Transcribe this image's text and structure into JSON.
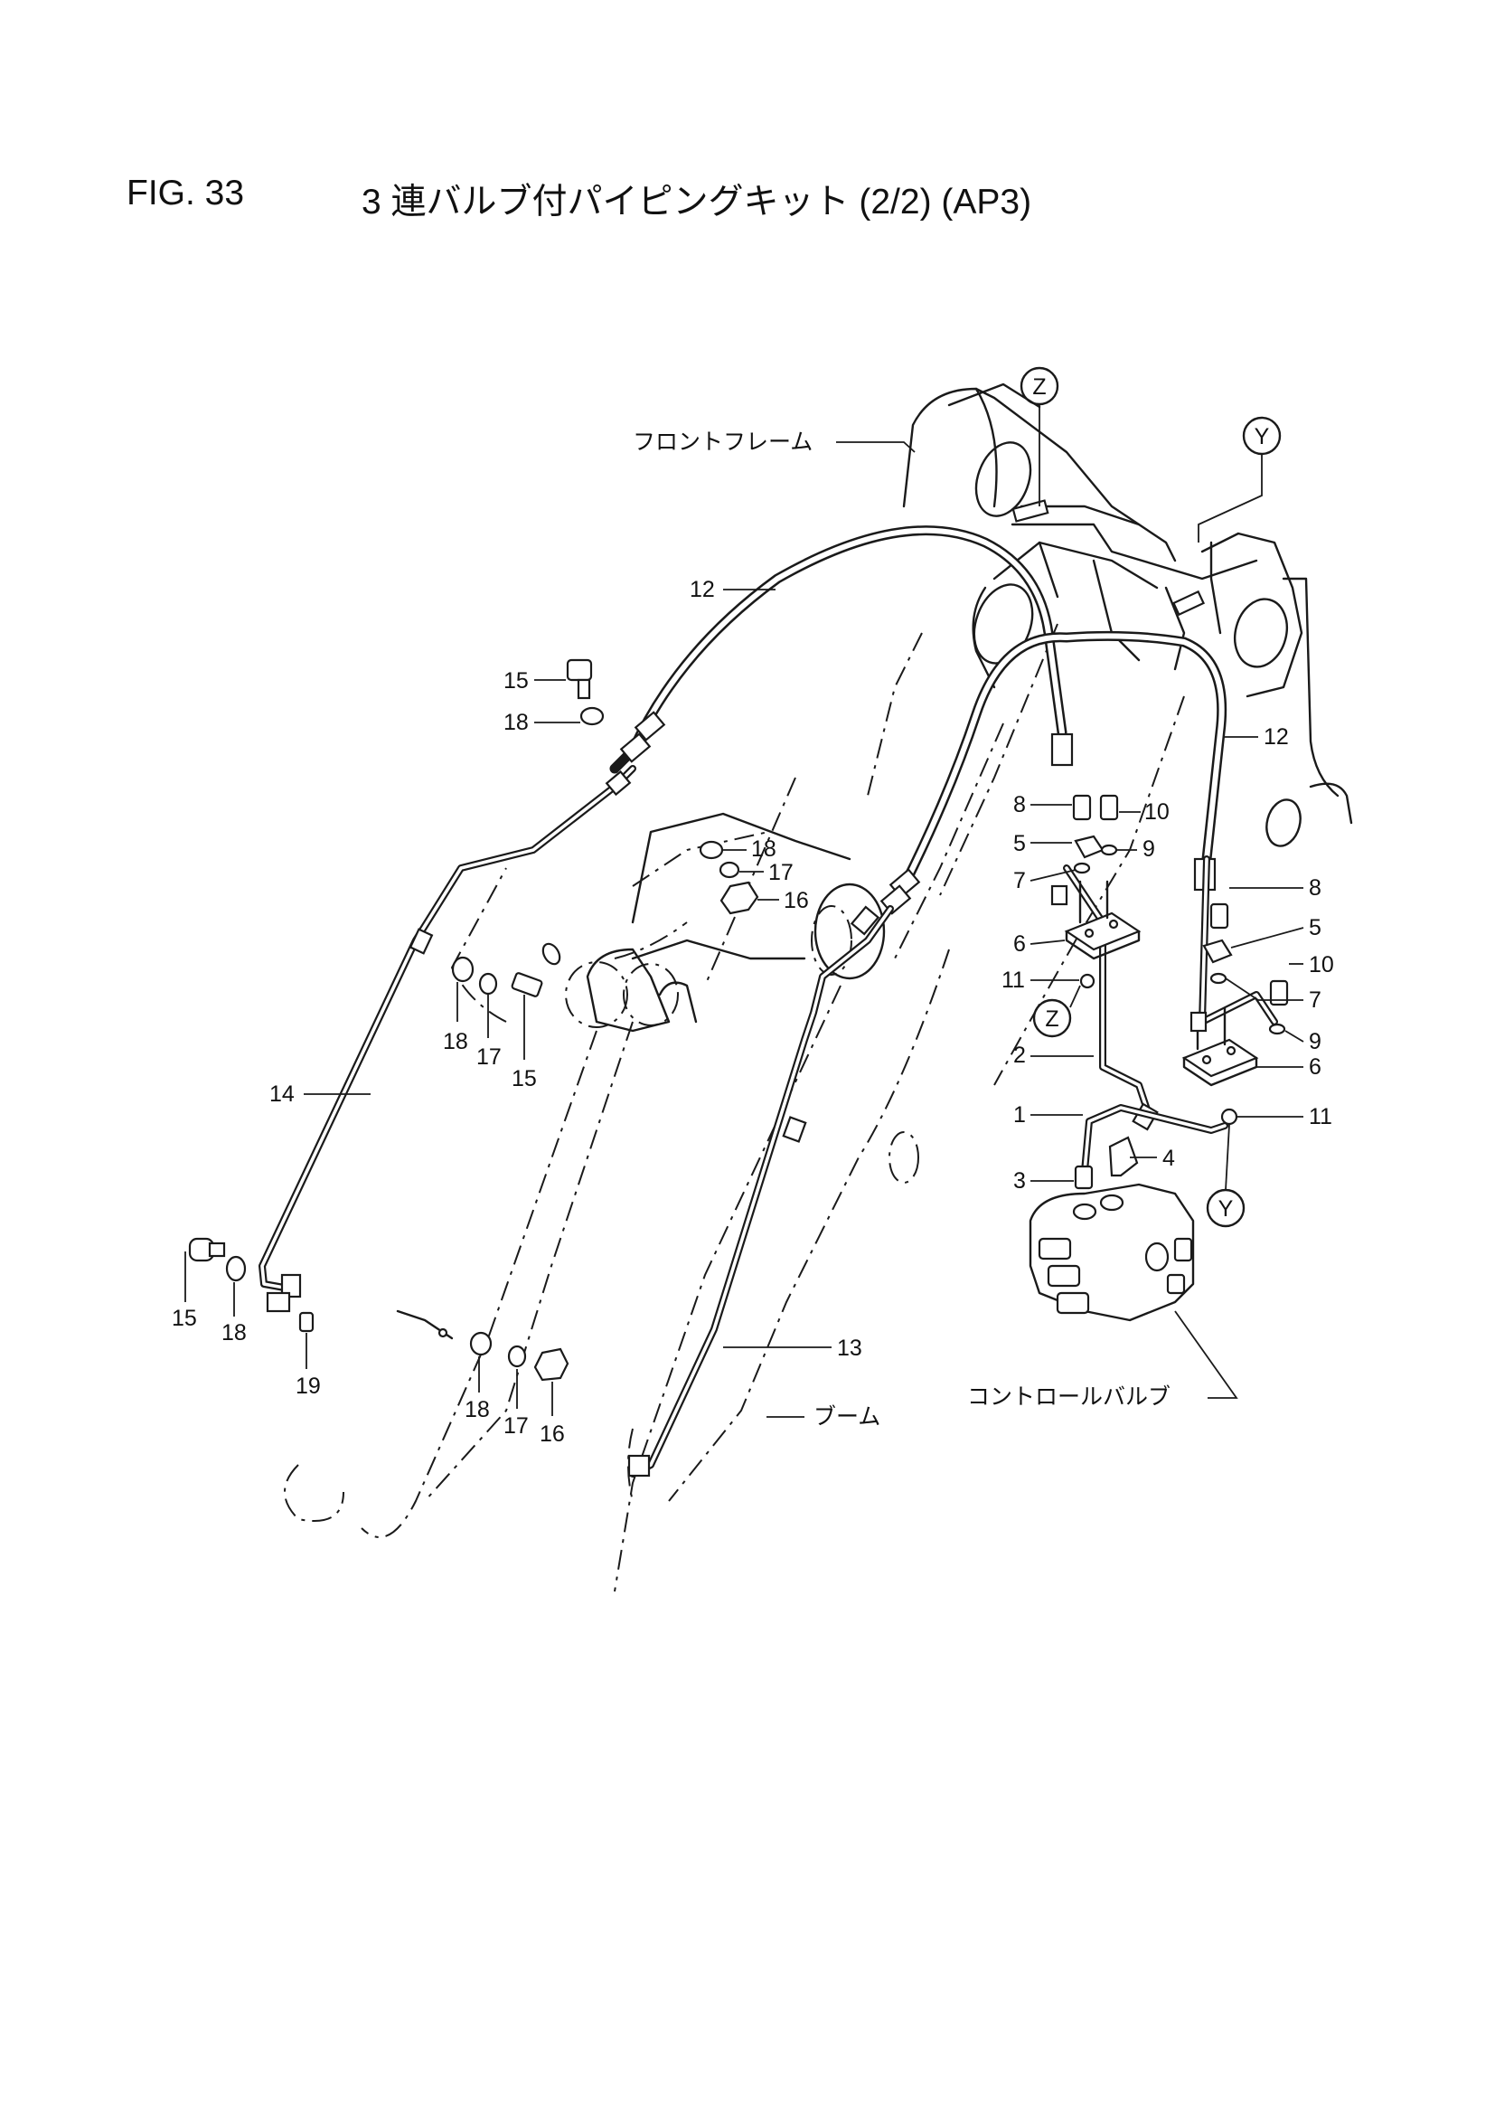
{
  "header": {
    "fig_number": "FIG. 33",
    "title": "3 連バルブ付パイピングキット (2/2) (AP3)"
  },
  "diagram": {
    "callouts": {
      "front_frame": "フロントフレーム",
      "boom": "ブーム",
      "control_valve": "コントロールバルブ",
      "view_z_top": "Z",
      "view_y_top": "Y",
      "view_z_mid": "Z",
      "view_y_bottom": "Y"
    },
    "part_labels": {
      "p12_left": "12",
      "p12_right": "12",
      "p15_top": "15",
      "p18_top": "18",
      "p18_mid": "18",
      "p17_mid": "17",
      "p16_mid": "16",
      "p18_left": "18",
      "p17_left": "17",
      "p15_left": "15",
      "p14": "14",
      "p15_bottom": "15",
      "p18_bottom_left": "18",
      "p19": "19",
      "p18_bottom": "18",
      "p17_bottom": "17",
      "p16_bottom": "16",
      "p13": "13",
      "p8_a": "8",
      "p10_a": "10",
      "p5_a": "5",
      "p9_a": "9",
      "p7_a": "7",
      "p6_a": "6",
      "p11_a": "11",
      "p2": "2",
      "p1": "1",
      "p4": "4",
      "p3": "3",
      "p8_b": "8",
      "p5_b": "5",
      "p7_b": "7",
      "p10_b": "10",
      "p9_b": "9",
      "p6_b": "6",
      "p11_b": "11"
    }
  }
}
